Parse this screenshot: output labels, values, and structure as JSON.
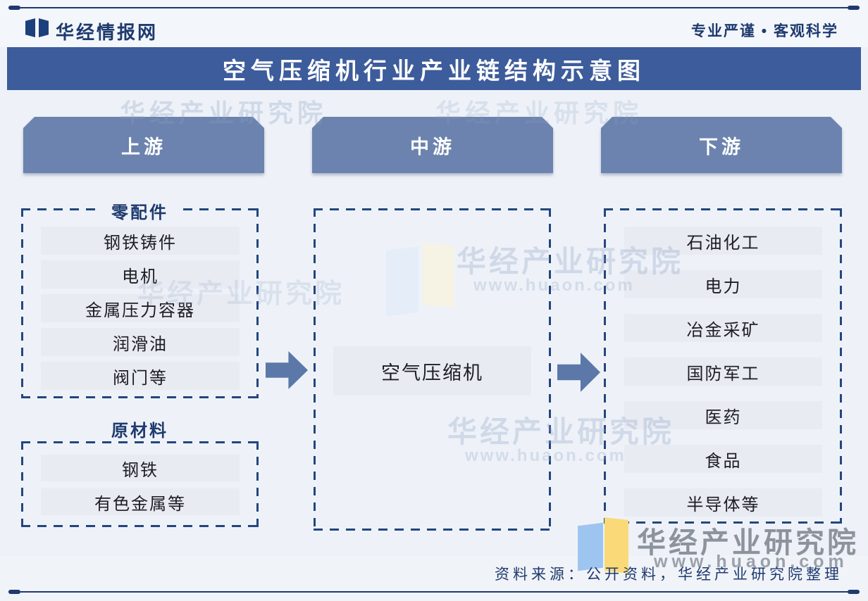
{
  "brand": {
    "name": "华经情报网",
    "slogan": "专业严谨 • 客观科学"
  },
  "title": "空气压缩机行业产业链结构示意图",
  "columns": [
    {
      "header": "上游",
      "groups": [
        {
          "label": "零配件",
          "items": [
            "钢铁铸件",
            "电机",
            "金属压力容器",
            "润滑油",
            "阀门等"
          ]
        },
        {
          "label": "原材料",
          "items": [
            "钢铁",
            "有色金属等"
          ]
        }
      ]
    },
    {
      "header": "中游",
      "groups": [
        {
          "label": "",
          "items": [
            "空气压缩机"
          ]
        }
      ]
    },
    {
      "header": "下游",
      "groups": [
        {
          "label": "",
          "items": [
            "石油化工",
            "电力",
            "冶金采矿",
            "国防军工",
            "医药",
            "食品",
            "半导体等"
          ]
        }
      ]
    }
  ],
  "watermark": {
    "name": "华经产业研究院",
    "url": "www.huaon.com"
  },
  "footer": {
    "source": "资料来源：公开资料，华经产业研究院整理"
  },
  "colors": {
    "accent_navy": "#1e3a6e",
    "title_bar_blue": "#3d5c9b",
    "column_header_blue": "#6b83ae",
    "arrow_blue": "#5b78a8",
    "item_bar_bg": "#e8ebf2",
    "dashed_border": "#24467f",
    "background": "#eef2f8"
  }
}
